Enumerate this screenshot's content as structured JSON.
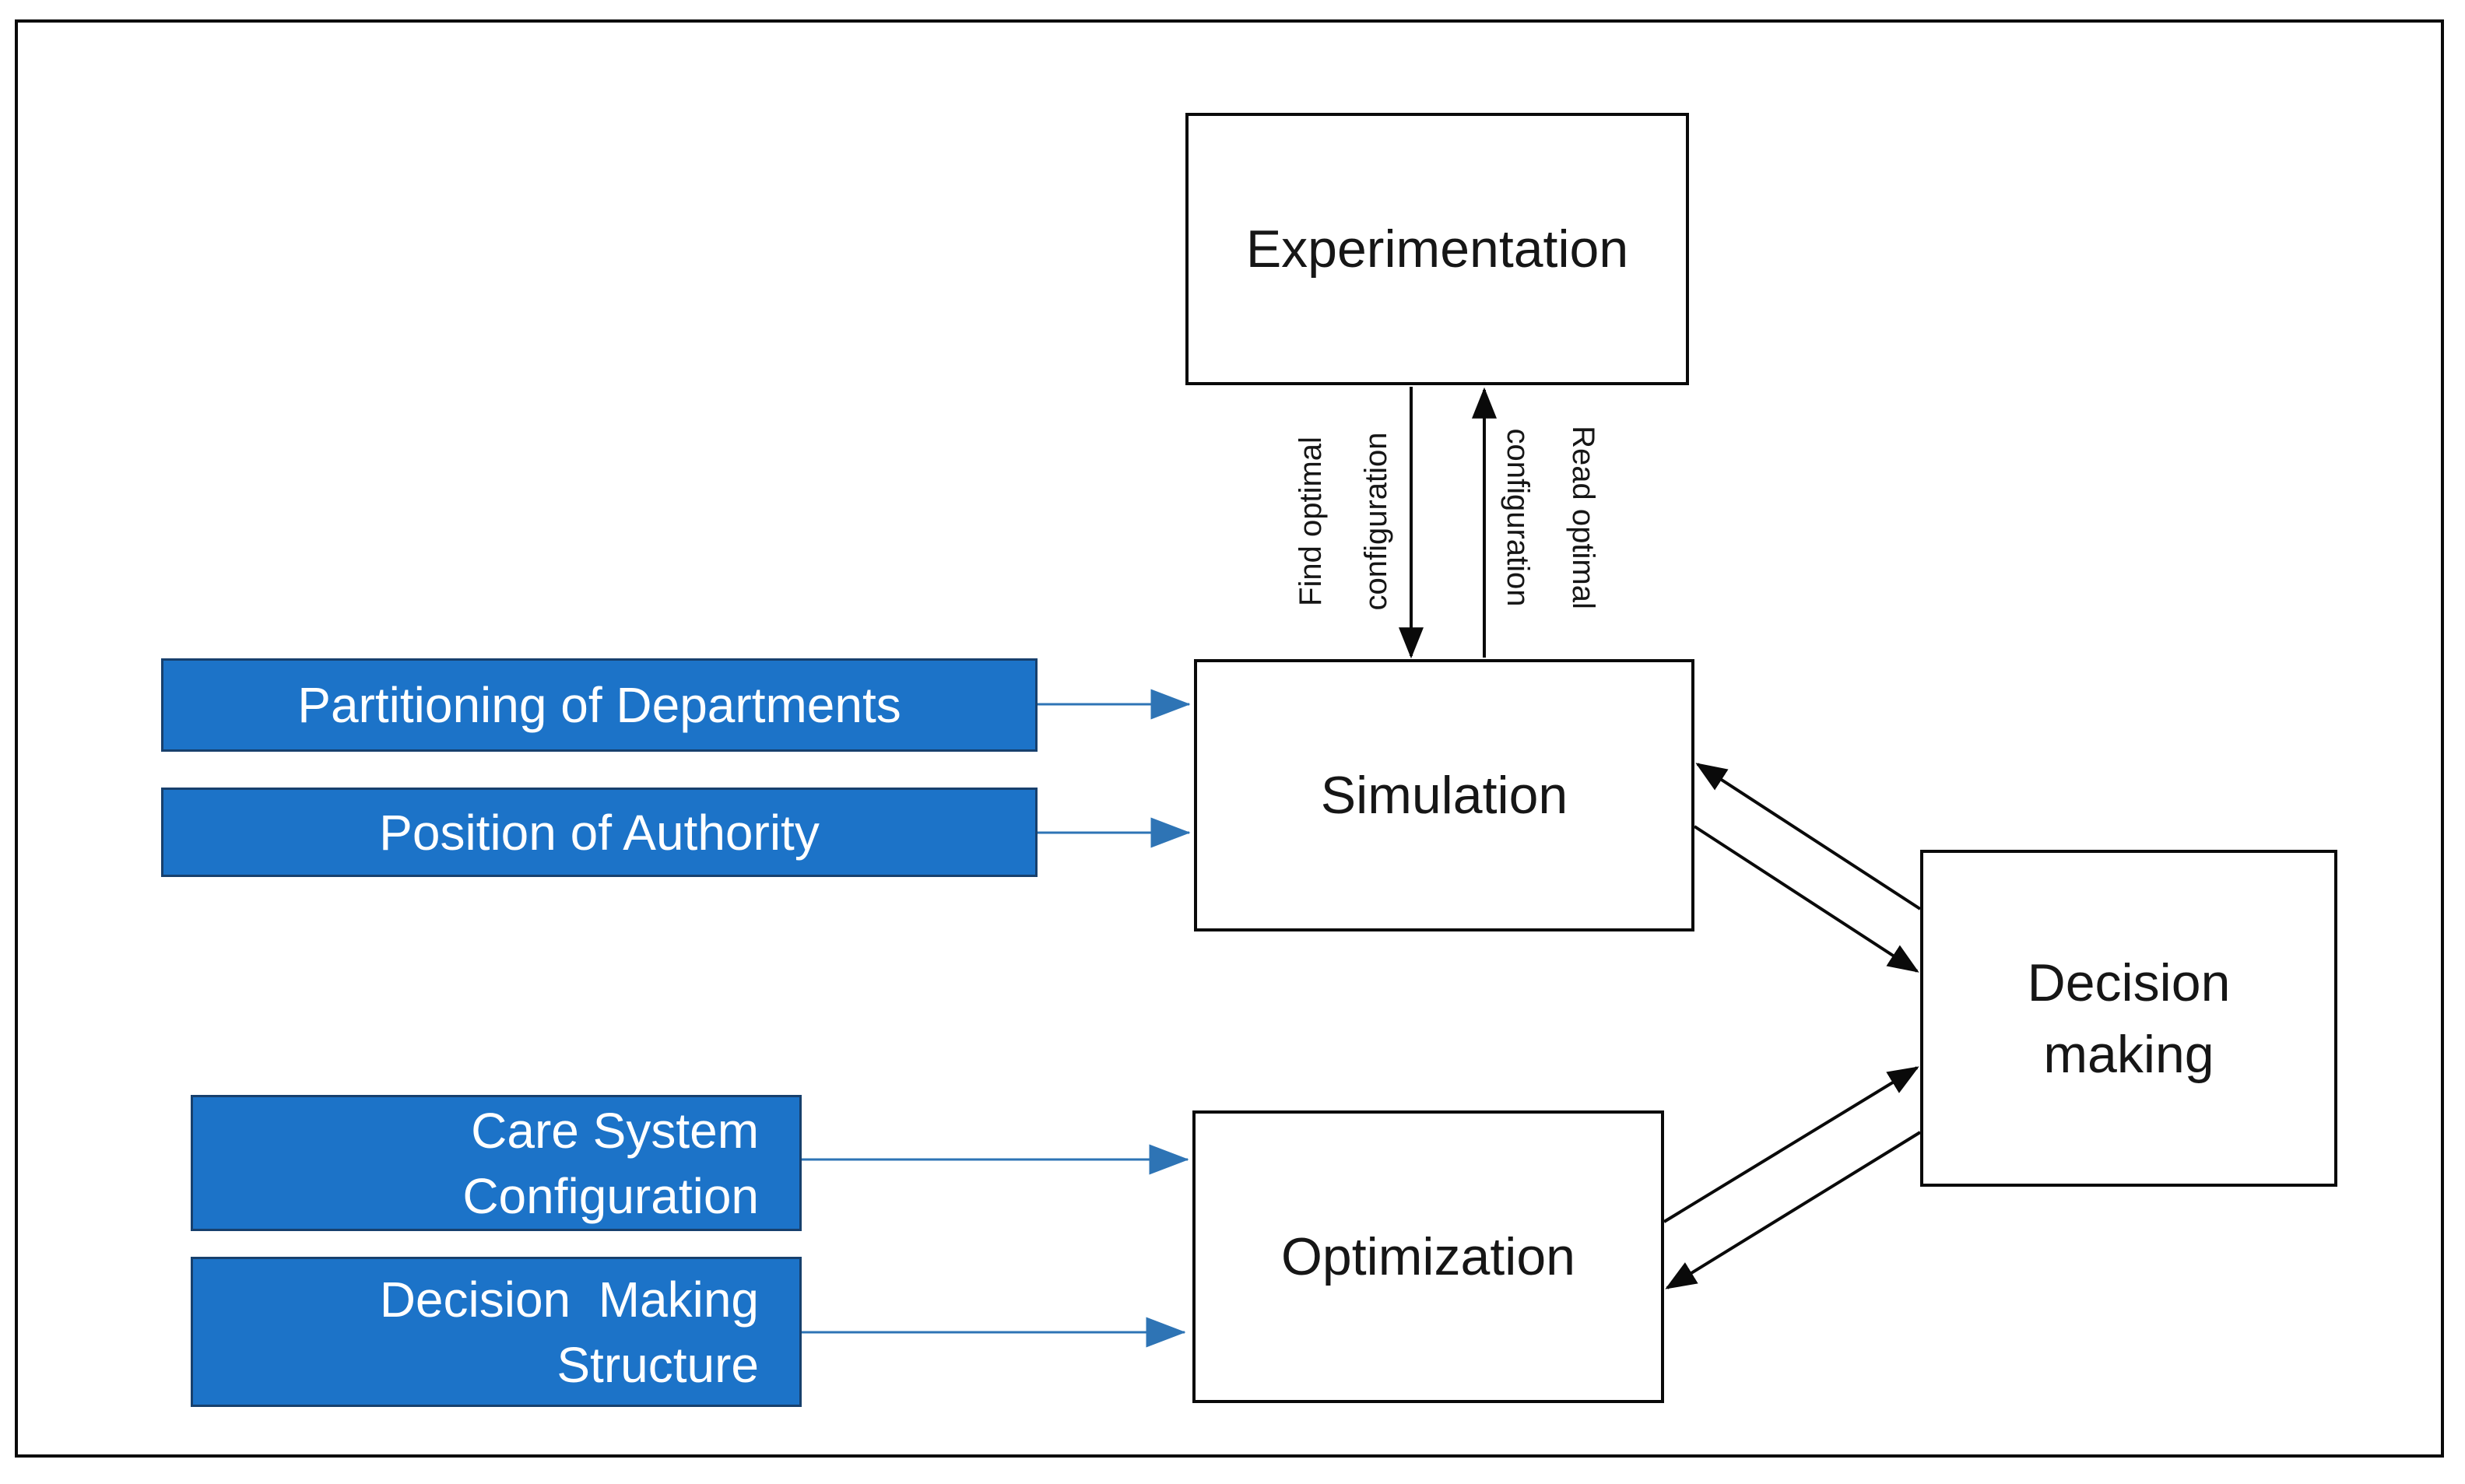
{
  "diagram": {
    "process_boxes": {
      "experimentation": {
        "label": "Experimentation"
      },
      "simulation": {
        "label": "Simulation"
      },
      "optimization": {
        "label": "Optimization"
      },
      "decision_making": {
        "line1": "Decision",
        "line2": "making"
      }
    },
    "inputs": {
      "partitioning_of_departments": {
        "line1": "Partitioning of Departments"
      },
      "position_of_authority": {
        "line1": "Position of Authority"
      },
      "care_system_configuration": {
        "line1": "Care System",
        "line2": "Configuration"
      },
      "decision_making_structure": {
        "line1": "Decision  Making",
        "line2": "Structure"
      }
    },
    "flow_labels": {
      "find_optimal": {
        "line1": "Find optimal",
        "line2": "configuration"
      },
      "read_optimal": {
        "line1": "Read optimal",
        "line2": "configuration"
      }
    },
    "colors": {
      "input_fill": "#1c73c8",
      "input_border": "#17406d",
      "input_text": "#ffffff",
      "blue_arrow": "#2e74b5",
      "box_border": "#0a0a0a",
      "background": "#ffffff"
    }
  }
}
